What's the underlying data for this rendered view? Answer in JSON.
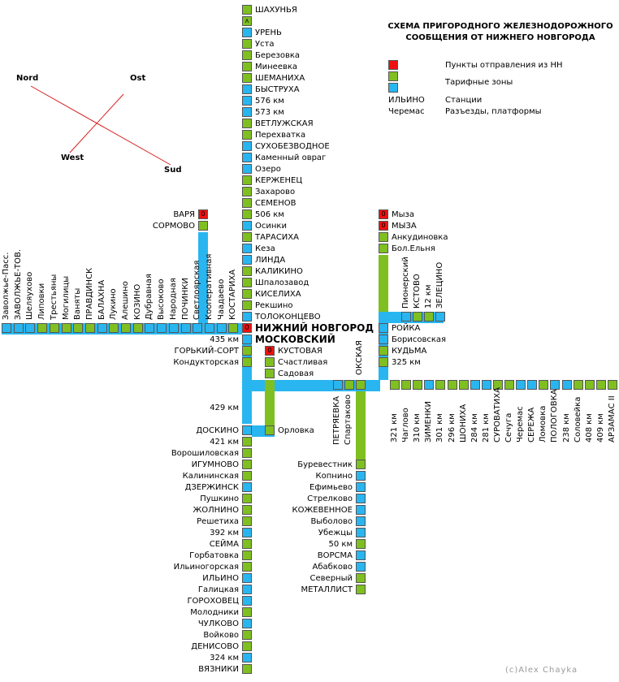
{
  "title_line1": "СХЕМА ПРИГОРОДНОГО ЖЕЛЕЗНОДОРОЖНОГО",
  "title_line2": "СООБЩЕНИЯ ОТ НИЖНЕГО НОВГОРОДА",
  "legend": {
    "departure": "Пункты отправления из НН",
    "tariff": "Тарифные зоны",
    "station_sample": "ИЛЬИНО",
    "station": "Станции",
    "halt_sample": "Черемас",
    "halt": "Разъезды, платформы"
  },
  "compass": {
    "nord": "Nord",
    "ost": "Ost",
    "west": "West",
    "sud": "Sud"
  },
  "hub_line1": "НИЖНИЙ НОВГОРОД",
  "hub_line2": "МОСКОВСКИЙ",
  "credit": "(c)Alex Chayka",
  "colors": {
    "green": "#7fbf21",
    "blue": "#29b6f0",
    "red": "#ee1111",
    "band_blue": "#29b6f0",
    "band_green": "#7fbf21"
  },
  "north_line": [
    {
      "name": "ШАХУНЬЯ",
      "c": "g"
    },
    {
      "name": "",
      "c": "g",
      "m": "ʌ"
    },
    {
      "name": "УРЕНЬ",
      "c": "b"
    },
    {
      "name": "Уста",
      "c": "g"
    },
    {
      "name": "Березовка",
      "c": "g"
    },
    {
      "name": "Минеевка",
      "c": "g"
    },
    {
      "name": "ШЕМАНИХА",
      "c": "g"
    },
    {
      "name": "БЫСТРУХА",
      "c": "b"
    },
    {
      "name": "576 км",
      "c": "b"
    },
    {
      "name": "573 км",
      "c": "b"
    },
    {
      "name": "ВЕТЛУЖСКАЯ",
      "c": "g"
    },
    {
      "name": "Перехватка",
      "c": "g"
    },
    {
      "name": "СУХОБЕЗВОДНОЕ",
      "c": "b"
    },
    {
      "name": "Каменный овраг",
      "c": "b"
    },
    {
      "name": "Озеро",
      "c": "b"
    },
    {
      "name": "КЕРЖЕНЕЦ",
      "c": "g"
    },
    {
      "name": "Захарово",
      "c": "g"
    },
    {
      "name": "СЕМЕНОВ",
      "c": "g"
    },
    {
      "name": "506 км",
      "c": "g"
    },
    {
      "name": "Осинки",
      "c": "b"
    },
    {
      "name": "ТАРАСИХА",
      "c": "g"
    },
    {
      "name": "Кеза",
      "c": "b"
    },
    {
      "name": "ЛИНДА",
      "c": "b"
    },
    {
      "name": "КАЛИКИНО",
      "c": "g"
    },
    {
      "name": "Шпалозавод",
      "c": "g"
    },
    {
      "name": "КИСЕЛИХА",
      "c": "g"
    },
    {
      "name": "Рекшино",
      "c": "g"
    },
    {
      "name": "ТОЛОКОНЦЕВО",
      "c": "b"
    }
  ],
  "sormovo_line": [
    {
      "name": "ВАРЯ",
      "c": "r",
      "m": "0"
    },
    {
      "name": "СОРМОВО",
      "c": "g"
    }
  ],
  "west_line": [
    {
      "name": "Заволжье-Пасс.",
      "c": "b"
    },
    {
      "name": "ЗАВОЛЖЬЕ-ТОВ.",
      "c": "b"
    },
    {
      "name": "Шеляухово",
      "c": "b"
    },
    {
      "name": "Липовки",
      "c": "g"
    },
    {
      "name": "Трестьяны",
      "c": "g"
    },
    {
      "name": "Могилицы",
      "c": "g"
    },
    {
      "name": "Ваняты",
      "c": "g"
    },
    {
      "name": "ПРАВДИНСК",
      "c": "g"
    },
    {
      "name": "БАЛАХНА",
      "c": "b"
    },
    {
      "name": "Лукино",
      "c": "g"
    },
    {
      "name": "Алешино",
      "c": "g"
    },
    {
      "name": "КОЗИНО",
      "c": "g"
    },
    {
      "name": "Дубравная",
      "c": "b"
    },
    {
      "name": "Высоково",
      "c": "b"
    },
    {
      "name": "Народная",
      "c": "b"
    },
    {
      "name": "ПОЧИНКИ",
      "c": "b"
    },
    {
      "name": "Светлоярская",
      "c": "b"
    },
    {
      "name": "Кооперативная",
      "c": "b"
    },
    {
      "name": "Чаадаево",
      "c": "b"
    },
    {
      "name": "КОСТАРИХА",
      "c": "g"
    }
  ],
  "myza_line": [
    {
      "name": "Мыза",
      "c": "r",
      "m": "0"
    },
    {
      "name": "МЫЗА",
      "c": "r",
      "m": "0"
    },
    {
      "name": "Анкудиновка",
      "c": "g"
    },
    {
      "name": "Бол.Ельня",
      "c": "g"
    }
  ],
  "kstovo_line": [
    {
      "name": "Пионерский",
      "c": "b"
    },
    {
      "name": "КСТОВО",
      "c": "g"
    },
    {
      "name": "12 км",
      "c": "g"
    },
    {
      "name": "ЗЕЛЕЦИНО",
      "c": "b"
    }
  ],
  "roika_line": [
    {
      "name": "РОЙКА",
      "c": "b"
    },
    {
      "name": "Борисовская",
      "c": "b"
    },
    {
      "name": "КУДЬМА",
      "c": "g"
    },
    {
      "name": "325 км",
      "c": "g"
    }
  ],
  "below_hub": [
    {
      "name": "435 км",
      "c": "b"
    },
    {
      "name": "ГОРЬКИЙ-СОРТ",
      "c": "g"
    },
    {
      "name": "Кондукторская",
      "c": "g"
    }
  ],
  "kustovaya_line": [
    {
      "name": "КУСТОВАЯ",
      "c": "r",
      "m": "0"
    },
    {
      "name": "Счастливая",
      "c": "g"
    },
    {
      "name": "Садовая",
      "c": "g"
    }
  ],
  "km429": "429 км",
  "orlovka": "Орловка",
  "east_junction": {
    "petryaevka": "ПЕТРЯЕВКА",
    "spartakovo": "Спартаково",
    "okskaya": "ОКСКАЯ"
  },
  "east_line": [
    {
      "name": "321 км",
      "c": "g"
    },
    {
      "name": "Чаглово",
      "c": "g"
    },
    {
      "name": "310 км",
      "c": "g"
    },
    {
      "name": "ЗИМЕНКИ",
      "c": "b"
    },
    {
      "name": "301 км",
      "c": "g"
    },
    {
      "name": "296 км",
      "c": "g"
    },
    {
      "name": "ШОНИХА",
      "c": "g"
    },
    {
      "name": "284 км",
      "c": "b"
    },
    {
      "name": "281 км",
      "c": "b"
    },
    {
      "name": "СУРОВАТИХА",
      "c": "g"
    },
    {
      "name": "Сечуга",
      "c": "g"
    },
    {
      "name": "Черемас",
      "c": "b"
    },
    {
      "name": "СЕРЕЖА",
      "c": "b"
    },
    {
      "name": "Ломовка",
      "c": "g"
    },
    {
      "name": "ПОЛОГОВКА",
      "c": "b"
    },
    {
      "name": "238 км",
      "c": "b"
    },
    {
      "name": "Соловейка",
      "c": "g"
    },
    {
      "name": "408 км",
      "c": "g"
    },
    {
      "name": "409 км",
      "c": "g"
    },
    {
      "name": "АРЗАМАС II",
      "c": "g"
    }
  ],
  "south_line": [
    {
      "name": "ДОСКИНО",
      "c": "b"
    },
    {
      "name": "421 км",
      "c": "g"
    },
    {
      "name": "Ворошиловская",
      "c": "g"
    },
    {
      "name": "ИГУМНОВО",
      "c": "g"
    },
    {
      "name": "Калининская",
      "c": "g"
    },
    {
      "name": "ДЗЕРЖИНСК",
      "c": "b"
    },
    {
      "name": "Пушкино",
      "c": "g"
    },
    {
      "name": "ЖОЛНИНО",
      "c": "g"
    },
    {
      "name": "Решетиха",
      "c": "g"
    },
    {
      "name": "392 км",
      "c": "b"
    },
    {
      "name": "СЕЙМА",
      "c": "g"
    },
    {
      "name": "Горбатовка",
      "c": "g"
    },
    {
      "name": "Ильиногорская",
      "c": "g"
    },
    {
      "name": "ИЛЬИНО",
      "c": "b"
    },
    {
      "name": "Галицкая",
      "c": "b"
    },
    {
      "name": "ГОРОХОВЕЦ",
      "c": "b"
    },
    {
      "name": "Молодники",
      "c": "g"
    },
    {
      "name": "ЧУЛКОВО",
      "c": "b"
    },
    {
      "name": "Войково",
      "c": "g"
    },
    {
      "name": "ДЕНИСОВО",
      "c": "g"
    },
    {
      "name": "324 км",
      "c": "b"
    },
    {
      "name": "ВЯЗНИКИ",
      "c": "g"
    }
  ],
  "oka_line": [
    {
      "name": "Буревестник",
      "c": "g"
    },
    {
      "name": "Копнино",
      "c": "b"
    },
    {
      "name": "Ефимьево",
      "c": "b"
    },
    {
      "name": "Стрелково",
      "c": "b"
    },
    {
      "name": "КОЖЕВЕННОЕ",
      "c": "b"
    },
    {
      "name": "Выболово",
      "c": "b"
    },
    {
      "name": "Убежцы",
      "c": "b"
    },
    {
      "name": "50 км",
      "c": "g"
    },
    {
      "name": "ВОРСМА",
      "c": "b"
    },
    {
      "name": "Абабково",
      "c": "b"
    },
    {
      "name": "Северный",
      "c": "g"
    },
    {
      "name": "МЕТАЛЛИСТ",
      "c": "g"
    }
  ]
}
